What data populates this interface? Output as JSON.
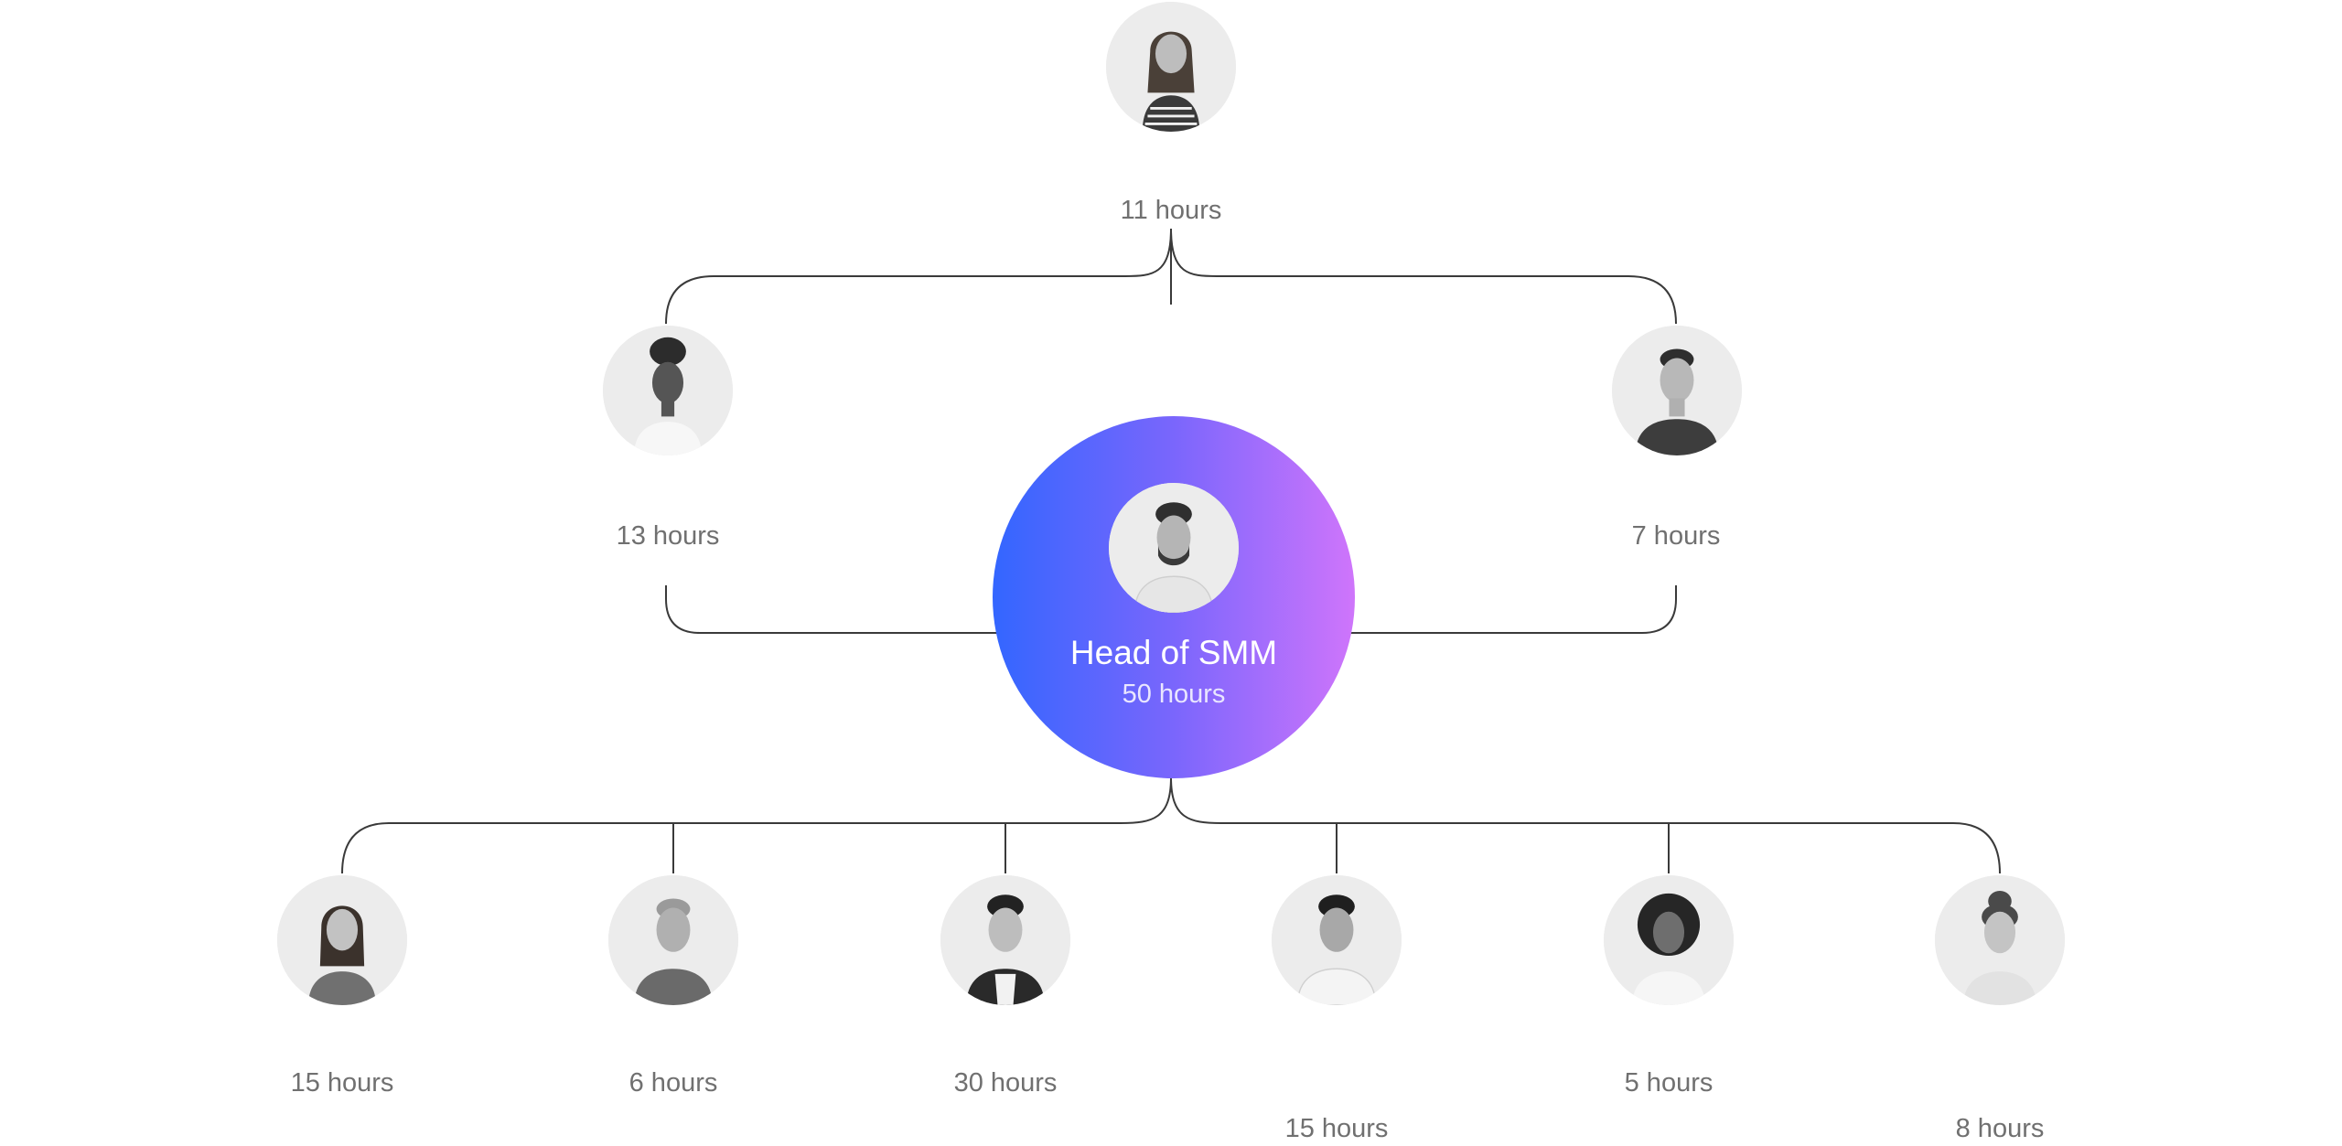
{
  "head": {
    "title": "Head of SMM",
    "hours": "50 hours"
  },
  "top": {
    "hours": "11 hours"
  },
  "middle": [
    {
      "hours": "13 hours"
    },
    {
      "hours": "7 hours"
    }
  ],
  "bottom": [
    {
      "hours": "15 hours"
    },
    {
      "hours": "6 hours"
    },
    {
      "hours": "30 hours"
    },
    {
      "hours": "15 hours"
    },
    {
      "hours": "5 hours"
    },
    {
      "hours": "8 hours"
    }
  ],
  "colors": {
    "gradient_start": "#3366ff",
    "gradient_end": "#cf75fb",
    "line": "#3a3a3a",
    "label": "#707070"
  }
}
